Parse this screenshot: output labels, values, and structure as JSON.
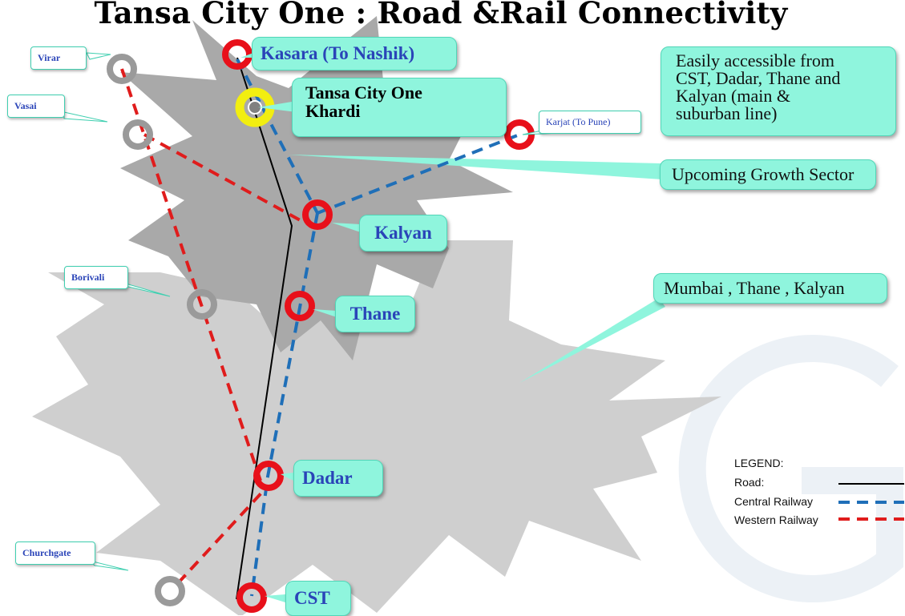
{
  "title": "Tansa City One : Road &Rail Connectivity",
  "stations": {
    "kasara": "Kasara (To Nashik)",
    "tansa_line1": "Tansa City One",
    "tansa_line2": "Khardi",
    "karjat": "Karjat (To Pune)",
    "kalyan": "Kalyan",
    "thane": "Thane",
    "dadar": "Dadar",
    "cst": "CST",
    "virar": "Virar",
    "vasai": "Vasai",
    "borivali": "Borivali",
    "churchgate": "Churchgate"
  },
  "callouts": {
    "access_line1": "Easily accessible  from",
    "access_line2": "CST, Dadar, Thane and",
    "access_line3": "Kalyan (main &",
    "access_line4": "suburban line)",
    "growth": "Upcoming Growth Sector",
    "mumbai": "Mumbai , Thane , Kalyan"
  },
  "legend": {
    "heading": "LEGEND:",
    "road": "Road:",
    "central": "Central Railway",
    "western": "Western Railway"
  },
  "colors": {
    "central_railway": "#1f6fb8",
    "western_railway": "#e01c1c",
    "road": "#000000",
    "station_ring": "#e8101a",
    "tansa_ring": "#f2ee10",
    "western_only_ring": "#9a9a9a",
    "callout_fill": "#8ff5dd"
  }
}
